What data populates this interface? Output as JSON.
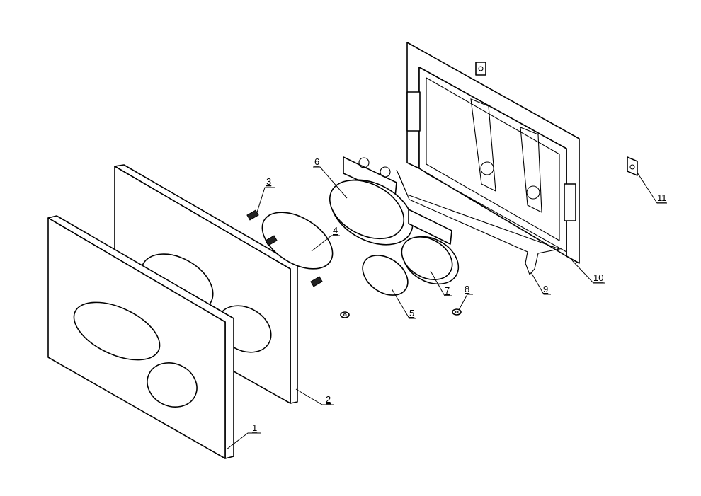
{
  "diagram": {
    "type": "exploded-assembly-drawing",
    "callouts": [
      {
        "id": "1"
      },
      {
        "id": "2"
      },
      {
        "id": "3"
      },
      {
        "id": "4"
      },
      {
        "id": "5"
      },
      {
        "id": "6"
      },
      {
        "id": "7"
      },
      {
        "id": "8"
      },
      {
        "id": "9"
      },
      {
        "id": "10"
      },
      {
        "id": "11"
      }
    ]
  }
}
